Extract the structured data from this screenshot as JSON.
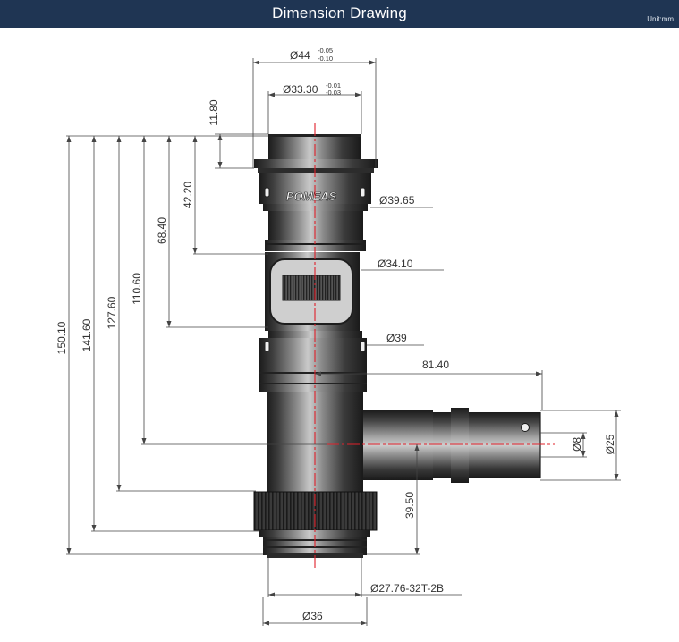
{
  "header": {
    "title": "Dimension Drawing",
    "unit": "Unit:mm",
    "background": "#1f3553"
  },
  "brand_logo": "POMEAS",
  "dimensions": {
    "d44": {
      "label": "Ø44",
      "tol_upper": "-0.05",
      "tol_lower": "-0.10"
    },
    "d33_30": {
      "label": "Ø33.30",
      "tol_upper": "-0.01",
      "tol_lower": "-0.03"
    },
    "d39_65": "Ø39.65",
    "d34_10": "Ø34.10",
    "d39": "Ø39",
    "h81_40": "81.40",
    "d8": "Ø8",
    "d25": "Ø25",
    "v11_80": "11.80",
    "v42_20": "42.20",
    "v68_40": "68.40",
    "v110_60": "110.60",
    "v127_60": "127.60",
    "v141_60": "141.60",
    "v150_10": "150.10",
    "v39_50": "39.50",
    "thread": "Ø27.76-32T-2B",
    "d36": "Ø36"
  },
  "colors": {
    "centerline": "#e0202a",
    "body_dark": "#2a2a2a",
    "body_light": "#9a9a9a"
  }
}
